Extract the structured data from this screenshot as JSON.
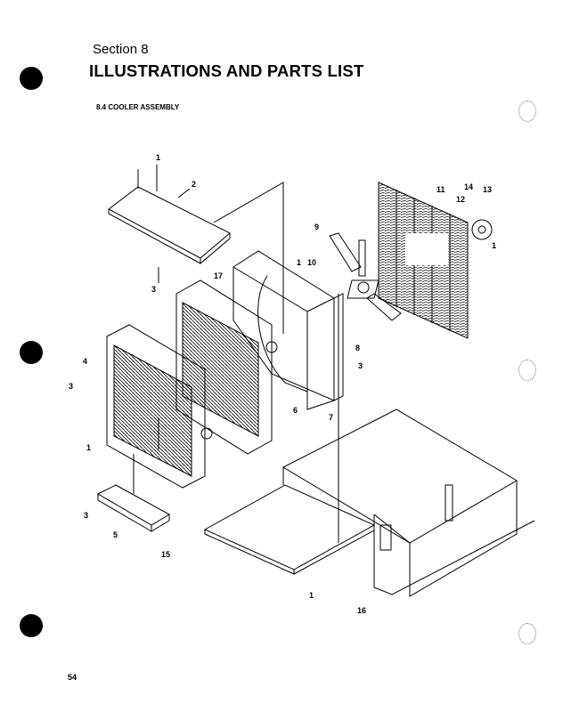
{
  "header": {
    "section": "Section 8",
    "title": "ILLUSTRATIONS AND PARTS LIST",
    "subtitle": "8.4 COOLER ASSEMBLY"
  },
  "callouts": [
    "1",
    "2",
    "3",
    "17",
    "1",
    "10",
    "9",
    "11",
    "14",
    "12",
    "13",
    "1",
    "8",
    "4",
    "3",
    "3",
    "6",
    "7",
    "1",
    "3",
    "5",
    "15",
    "1",
    "16"
  ],
  "footer": {
    "page_number": "54"
  }
}
